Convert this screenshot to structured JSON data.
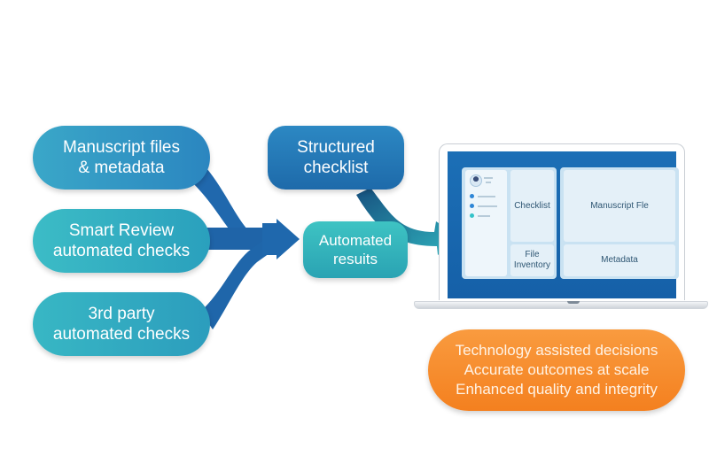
{
  "diagram": {
    "inputs": [
      {
        "id": "manuscript",
        "label": "Manuscript files\n& metadata"
      },
      {
        "id": "smart",
        "label": "Smart Review\nautomated checks"
      },
      {
        "id": "third",
        "label": "3rd party\nautomated checks"
      }
    ],
    "structured_checklist": {
      "label": "Structured\nchecklist"
    },
    "automated_results": {
      "label": "Automated\nresuits"
    },
    "laptop": {
      "panels": {
        "checklist": "Checklist",
        "file_inventory": "File\nInventory",
        "manuscript_file": "Manuscript Fle",
        "metadata": "Metadata"
      },
      "sidebar_dot_colors": [
        "#2e86d6",
        "#2e86d6",
        "#34c3c9"
      ]
    },
    "outcomes": {
      "lines": [
        "Technology assisted decisions",
        "Accurate outcomes at scale",
        "Enhanced quality and integrity"
      ]
    },
    "colors": {
      "arrow_blue": "#1f6bb0",
      "arrow_teal": "#2a9db3",
      "outcome_orange": "#f68a2a",
      "screen_blue": "#1766ad"
    }
  }
}
